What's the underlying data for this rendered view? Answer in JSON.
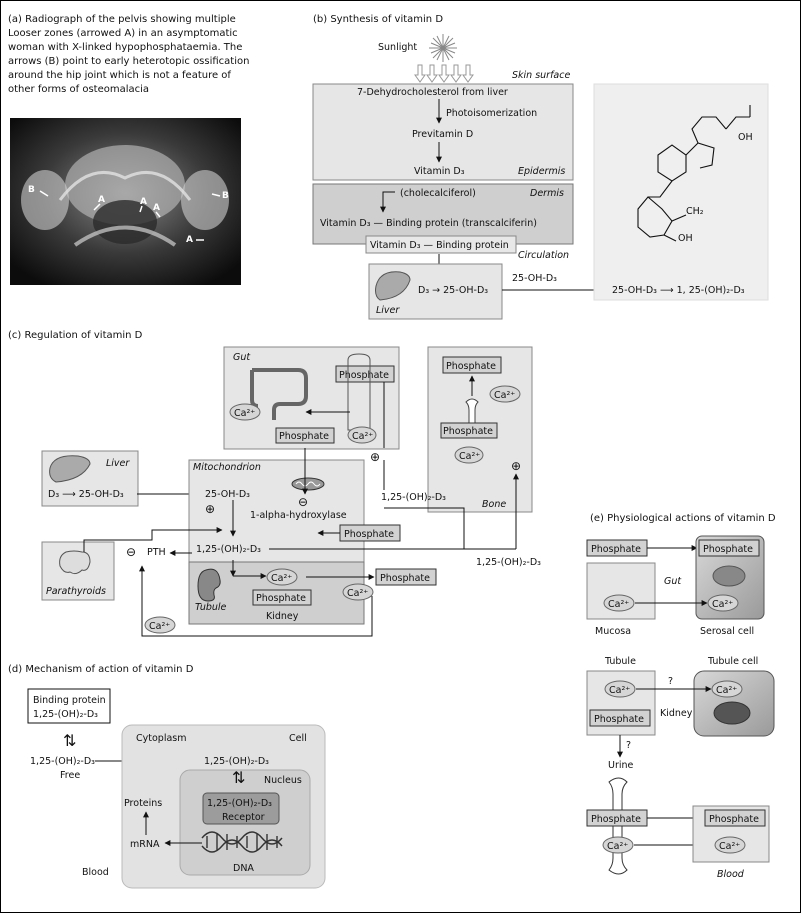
{
  "panel_a": {
    "caption": [
      "(a) Radiograph of the pelvis showing multiple",
      "Looser zones (arrowed A) in an asymptomatic",
      "woman with X-linked hypophosphataemia. The",
      "arrows (B) point to early heterotopic ossification",
      "around the hip joint which is not a feature of",
      "other forms of osteomalacia"
    ],
    "label_a": "A",
    "label_b": "B"
  },
  "panel_b": {
    "title": "(b) Synthesis of vitamin D",
    "sunlight": "Sunlight",
    "skin_surface": "Skin surface",
    "dehydro": "7-Dehydrocholesterol from liver",
    "photoiso": "Photoisomerization",
    "previtamin": "Previtamin D",
    "vitamin_d3": "Vitamin D₃",
    "epidermis": "Epidermis",
    "dermis": "Dermis",
    "cholecalciferol": "(cholecalciferol)",
    "binding_line": "Vitamin D₃ — Binding protein (transcalciferin)",
    "circ_box": "Vitamin D₃ — Binding protein",
    "circulation": "Circulation",
    "liver_conv": "D₃ → 25-OH-D₃",
    "liver": "Liver",
    "arrow_label": "25-OH-D₃",
    "final": "25-OH-D₃ ⟶ 1, 25-(OH)₂-D₃",
    "chem_oh1": "OH",
    "chem_ch2": "CH₂",
    "chem_oh2": "OH"
  },
  "panel_c": {
    "title": "(c) Regulation of vitamin D",
    "gut": "Gut",
    "phosphate": "Phosphate",
    "ca": "Ca²⁺",
    "bone": "Bone",
    "liver": "Liver",
    "liver_conv": "D₃ ⟶ 25-OH-D₃",
    "mito": "Mitochondrion",
    "ohd3": "25-OH-D₃",
    "hydroxylase": "1-alpha-hydroxylase",
    "dihydroxy": "1,25-(OH)₂-D₃",
    "pth": "PTH",
    "parathyroids": "Parathyroids",
    "tubule": "Tubule",
    "kidney": "Kidney",
    "plus": "⊕",
    "minus": "⊖"
  },
  "panel_d": {
    "title": "(d) Mechanism of action of vitamin D",
    "binding1": "Binding protein",
    "binding2": "1,25-(OH)₂-D₃",
    "free_val": "1,25-(OH)₂-D₃",
    "free": "Free",
    "cytoplasm": "Cytoplasm",
    "cell": "Cell",
    "nucleus": "Nucleus",
    "receptor1": "1,25-(OH)₂-D₃",
    "receptor2": "Receptor",
    "dna": "DNA",
    "mrna": "mRNA",
    "proteins": "Proteins",
    "blood": "Blood",
    "cyto_val": "1,25-(OH)₂-D₃"
  },
  "panel_e": {
    "title": "(e) Physiological actions of vitamin D",
    "phosphate": "Phosphate",
    "ca": "Ca²⁺",
    "gut": "Gut",
    "mucosa": "Mucosa",
    "serosal": "Serosal cell",
    "tubule": "Tubule",
    "tubule_cell": "Tubule cell",
    "kidney": "Kidney",
    "q": "?",
    "urine": "Urine",
    "blood": "Blood"
  }
}
